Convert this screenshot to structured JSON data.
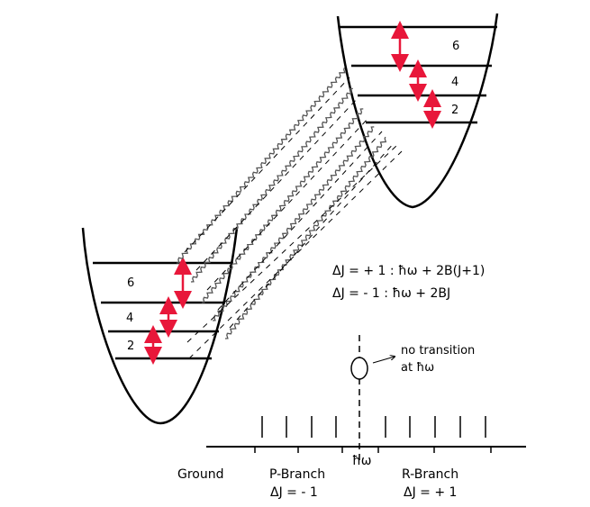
{
  "upper_well": {
    "levels": [
      "6",
      "4",
      "2"
    ]
  },
  "lower_well": {
    "levels": [
      "6",
      "4",
      "2"
    ]
  },
  "equations": {
    "line1": "ΔJ = + 1 : ħω + 2B(J+1)",
    "line2": "ΔJ = - 1 : ħω + 2BJ"
  },
  "note": {
    "line1": "no transition",
    "line2": "at ħω"
  },
  "spectrum": {
    "ground": "Ground",
    "center": "ħω",
    "p_branch": "P-Branch",
    "p_rule": "ΔJ = - 1",
    "r_branch": "R-Branch",
    "r_rule": "ΔJ = + 1"
  },
  "colors": {
    "arrow": "#e8173a",
    "line": "#000000",
    "wave": "#555555"
  }
}
